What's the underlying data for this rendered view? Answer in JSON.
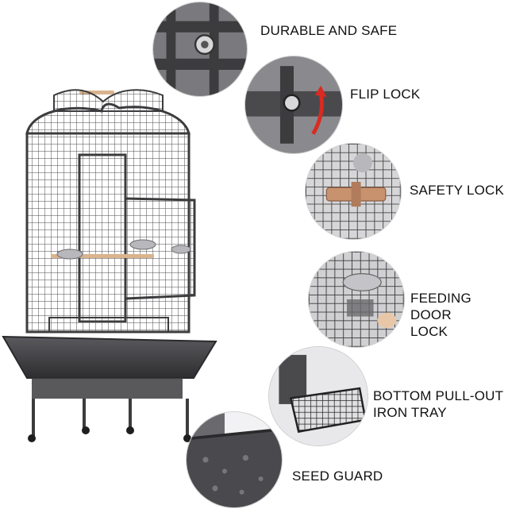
{
  "features": [
    {
      "id": "durable",
      "label": "DURABLE AND SAFE",
      "icon": "screw-bolt-icon"
    },
    {
      "id": "flip",
      "label": "FLIP LOCK",
      "icon": "flip-lock-icon"
    },
    {
      "id": "safety",
      "label": "SAFETY LOCK",
      "icon": "safety-latch-icon"
    },
    {
      "id": "feeding",
      "label": "FEEDING DOOR\nLOCK",
      "icon": "feeding-bowl-icon"
    },
    {
      "id": "tray",
      "label": "BOTTOM PULL-OUT\nIRON TRAY",
      "icon": "pull-out-tray-icon"
    },
    {
      "id": "seed",
      "label": "SEED GUARD",
      "icon": "seed-guard-icon"
    }
  ],
  "colors": {
    "metal_dark": "#3c3c3e",
    "metal_mid": "#6c6c70",
    "metal_light": "#b8b8bc",
    "perch_wood": "#d9b48e",
    "lock_copper": "#c9926e",
    "arrow_red": "#d92b22"
  }
}
